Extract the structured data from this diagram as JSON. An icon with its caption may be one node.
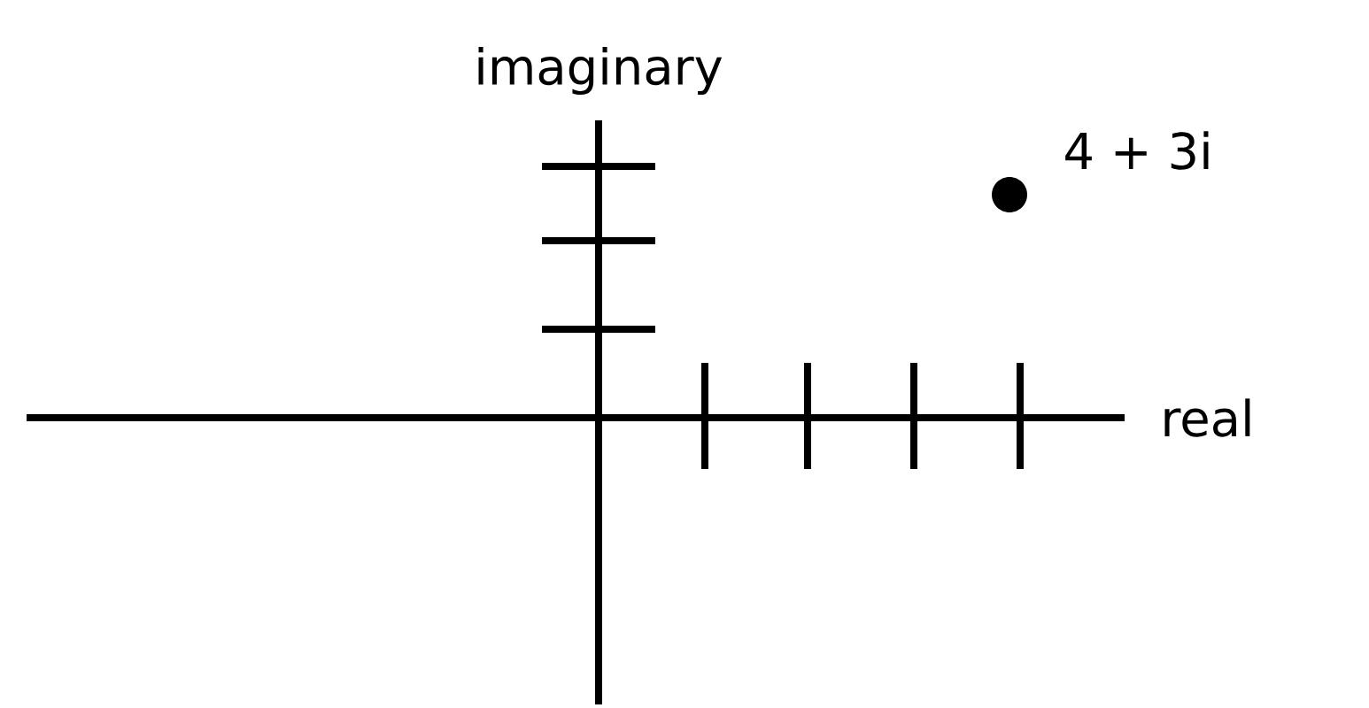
{
  "diagram": {
    "labels": [
      "imaginary",
      "4 + 3i",
      "real"
    ]
  }
}
